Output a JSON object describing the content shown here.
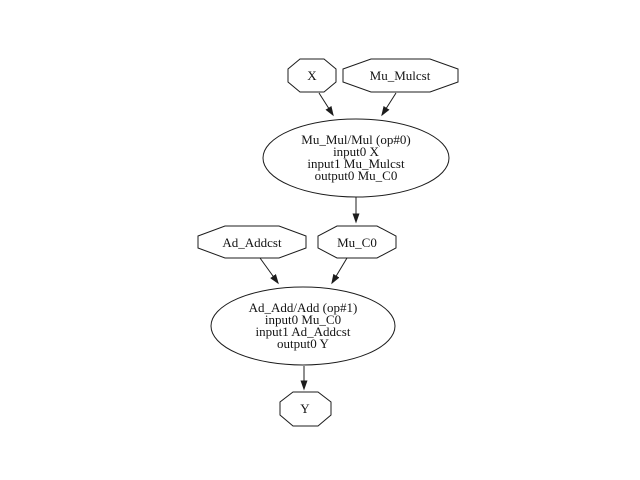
{
  "diagram": {
    "kind": "directed-graph",
    "background_color": "#ffffff",
    "node_stroke_color": "#1c1c1c",
    "edge_color": "#1c1c1c",
    "text_color": "#141414",
    "nodes": {
      "x": {
        "label": "X",
        "shape": "octagon"
      },
      "mu_mulcst": {
        "label": "Mu_Mulcst",
        "shape": "octagon"
      },
      "mu_mul": {
        "shape": "ellipse",
        "lines": [
          "Mu_Mul/Mul (op#0)",
          "input0 X",
          "input1 Mu_Mulcst",
          "output0 Mu_C0"
        ]
      },
      "ad_addcst": {
        "label": "Ad_Addcst",
        "shape": "octagon"
      },
      "mu_c0": {
        "label": "Mu_C0",
        "shape": "octagon"
      },
      "ad_add": {
        "shape": "ellipse",
        "lines": [
          "Ad_Add/Add (op#1)",
          "input0 Mu_C0",
          "input1 Ad_Addcst",
          "output0 Y"
        ]
      },
      "y": {
        "label": "Y",
        "shape": "octagon"
      }
    },
    "edges": [
      {
        "from": "X",
        "to": "Mu_Mul/Mul (op#0)"
      },
      {
        "from": "Mu_Mulcst",
        "to": "Mu_Mul/Mul (op#0)"
      },
      {
        "from": "Mu_Mul/Mul (op#0)",
        "to": "Mu_C0"
      },
      {
        "from": "Ad_Addcst",
        "to": "Ad_Add/Add (op#1)"
      },
      {
        "from": "Mu_C0",
        "to": "Ad_Add/Add (op#1)"
      },
      {
        "from": "Ad_Add/Add (op#1)",
        "to": "Y"
      }
    ]
  }
}
